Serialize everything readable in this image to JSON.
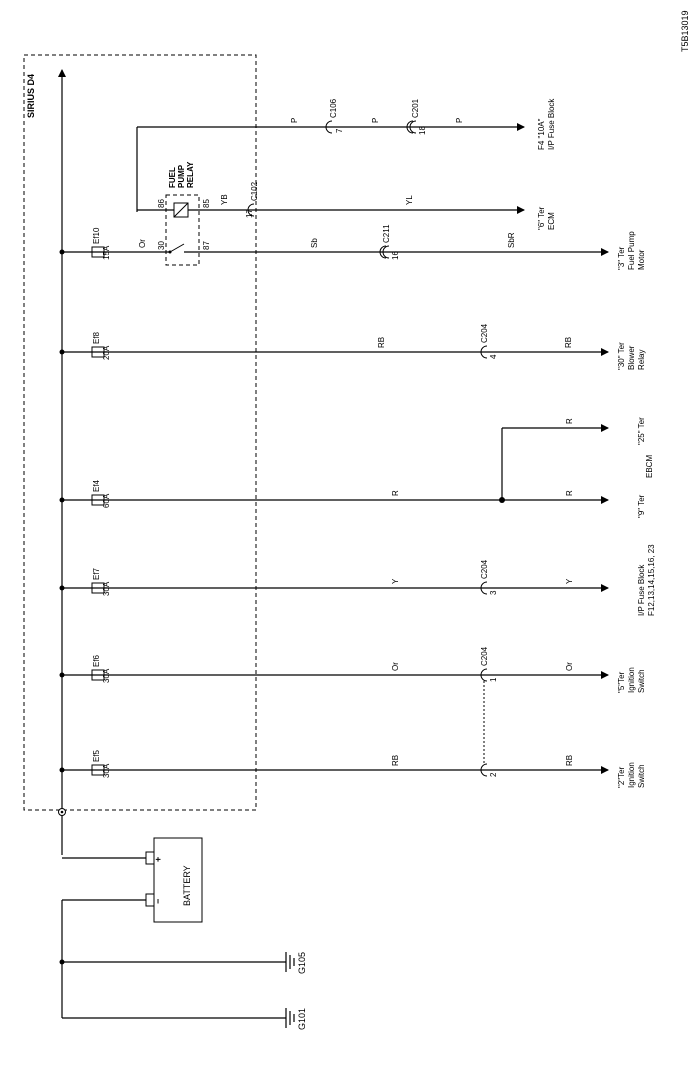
{
  "figure_id": "T5B13019",
  "module_label": "SIRIUS D4",
  "battery": {
    "label": "BATTERY",
    "plus": "+",
    "minus": "−"
  },
  "grounds": [
    {
      "label": "G105"
    },
    {
      "label": "G101"
    }
  ],
  "relay": {
    "name_line1": "FUEL",
    "name_line2": "PUMP",
    "name_line3": "RELAY",
    "pins": {
      "p86": "86",
      "p85": "85",
      "p30": "30",
      "p87": "87"
    }
  },
  "fuses": [
    {
      "name": "Ef10",
      "rating": "15A"
    },
    {
      "name": "Ef8",
      "rating": "20A"
    },
    {
      "name": "Ef4",
      "rating": "60A"
    },
    {
      "name": "Ef7",
      "rating": "30A"
    },
    {
      "name": "Ef6",
      "rating": "30A"
    },
    {
      "name": "Ef5",
      "rating": "30A"
    }
  ],
  "wires": {
    "p_a": "P",
    "p_b": "P",
    "p_c": "P",
    "yb": "YB",
    "yl": "YL",
    "or_ef10": "Or",
    "sb": "Sb",
    "sbr": "SbR",
    "rb_ef8_a": "RB",
    "rb_ef8_b": "RB",
    "r_a": "R",
    "r_b": "R",
    "r_c": "R",
    "y_a": "Y",
    "y_b": "Y",
    "or_a": "Or",
    "or_b": "Or",
    "rb_ef5_a": "RB",
    "rb_ef5_b": "RB"
  },
  "connectors": {
    "c106": {
      "name": "C106",
      "pin": "7"
    },
    "c201": {
      "name": "C201",
      "pin": "18"
    },
    "c102": {
      "name": "C102",
      "pin": "17"
    },
    "c211": {
      "name": "C211",
      "pin": "16"
    },
    "c204_ef8": {
      "name": "C204",
      "pin": "4"
    },
    "c204_ef7": {
      "name": "C204",
      "pin": "3"
    },
    "c204_ef6": {
      "name": "C204",
      "pin": "1"
    },
    "c204_ef5": {
      "pin": "2"
    }
  },
  "destinations": {
    "ipfuse_f4": {
      "line1": "F4 \"10A\"",
      "line2": "I/P Fuse Block"
    },
    "ecm": {
      "line1": "\"6\" Ter",
      "line2": "ECM"
    },
    "fuel_pump": {
      "line1": "\"3\" Ter",
      "line2": "Fuel Pump",
      "line3": "Motor"
    },
    "blower": {
      "line1": "\"30\" Ter",
      "line2": "Blower",
      "line3": "Relay"
    },
    "ebcm_25": {
      "line1": "\"25\" Ter"
    },
    "ebcm_name": {
      "line1": "EBCM"
    },
    "ebcm_9": {
      "line1": "\"9\" Ter"
    },
    "ipfuse_multi": {
      "line1": "I/P Fuse Block",
      "line2": "F12,13,14,15,16, 23"
    },
    "ign_5": {
      "line1": "\"5\"Ter",
      "line2": "Ignition",
      "line3": "Switch"
    },
    "ign_2": {
      "line1": "\"2\"Ter",
      "line2": "Ignition",
      "line3": "Switch"
    }
  }
}
